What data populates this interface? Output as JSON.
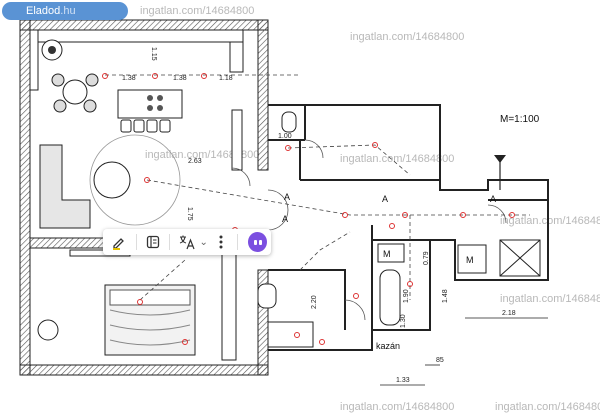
{
  "brand": {
    "name": "Eladod",
    "tld": ".hu",
    "accent": "#5a93d4"
  },
  "plan": {
    "scale_label": "M=1:100",
    "room_label": "kazán",
    "dimensions": [
      "1.38",
      "1.38",
      "1.18",
      "1.15",
      "2.63",
      "1.75",
      "1.00",
      "2.20",
      "1.90",
      "1.30",
      "0.79",
      "1.48",
      "2.18",
      "85",
      "1.33"
    ],
    "door_letters": [
      "A",
      "A",
      "A",
      "A",
      "M",
      "M"
    ],
    "watermarks": [
      "ingatlan.com/14684800",
      "ingatlan.com/14684800",
      "ingatlan.com/14684800",
      "ingatlan.com/14684800",
      "ingatlan.com/14684800",
      "ingatlan.com/14684800",
      "ingatlan.com/14684800",
      "ingatlan.com/14684800"
    ]
  },
  "toolbar": {
    "items": [
      {
        "name": "draw-pen-icon"
      },
      {
        "name": "reader-view-icon"
      },
      {
        "name": "translate-icon"
      },
      {
        "name": "more-options-icon"
      },
      {
        "name": "assistant-icon"
      }
    ]
  }
}
